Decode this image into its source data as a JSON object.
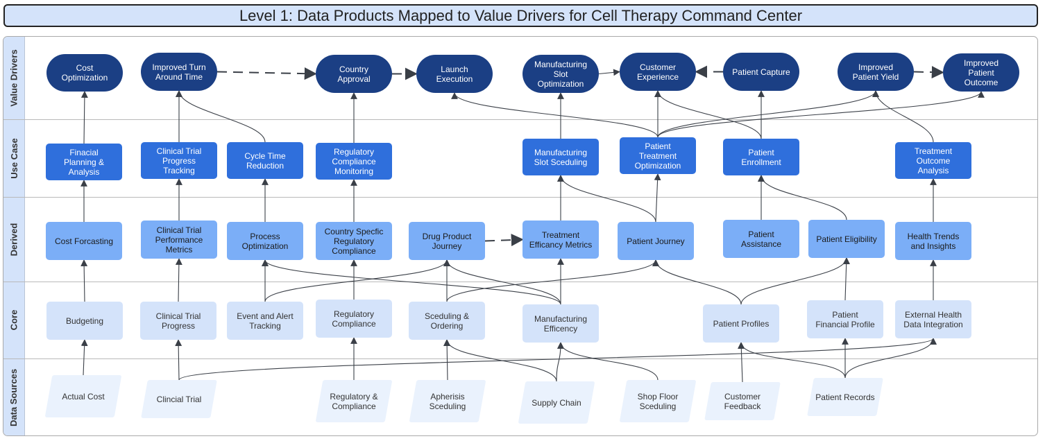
{
  "title": "Level 1: Data Products Mapped to Value Drivers for Cell Therapy Command Center",
  "colors": {
    "value_driver": "#1b3f84",
    "use_case": "#2f6fdc",
    "derived": "#7baef7",
    "core": "#d4e3fa",
    "data_source": "#eaf2fd",
    "lane_header": "#d4e3fa",
    "edge": "#3a3f47"
  },
  "lanes": [
    "Value Drivers",
    "Use Case",
    "Derived",
    "Core",
    "Data Sources"
  ],
  "nodes": {
    "vd_cost": "Cost\nOptimization",
    "vd_turn": "Improved Turn\nAround Time",
    "vd_country": "Country\nApproval",
    "vd_launch": "Launch\nExecution",
    "vd_mfgslot": "Manufacturing\nSlot\nOptimization",
    "vd_custexp": "Customer\nExperience",
    "vd_capture": "Patient Capture",
    "vd_yield": "Improved\nPatient Yield",
    "vd_outcome": "Improved\nPatient\nOutcome",
    "uc_fin": "Finacial\nPlanning &\nAnalysis",
    "uc_ctpt": "Clinical Trial\nProgress\nTracking",
    "uc_cycle": "Cycle Time\nReduction",
    "uc_regmon": "Regulatory\nCompliance\nMonitoring",
    "uc_mfgsched": "Manufacturing\nSlot Sceduling",
    "uc_pto": "Patient\nTreatment\nOptimization",
    "uc_enroll": "Patient\nEnrollment",
    "uc_toa": "Treatment\nOutcome\nAnalysis",
    "dv_costf": "Cost Forcasting",
    "dv_ctpm": "Clinical Trial\nPerformance\nMetrics",
    "dv_procopt": "Process\nOptimization",
    "dv_csrc": "Country Specfic\nRegulatory\nCompliance",
    "dv_dpj": "Drug Product\nJourney",
    "dv_tem": "Treatment\nEfficancy Metrics",
    "dv_pj": "Patient Journey",
    "dv_pa": "Patient\nAssistance",
    "dv_pe": "Patient Eligibility",
    "dv_hti": "Health Trends\nand Insights",
    "co_budget": "Budgeting",
    "co_ctp": "Clinical Trial\nProgress",
    "co_eat": "Event and Alert\nTracking",
    "co_reg": "Regulatory\nCompliance",
    "co_sched": "Sceduling &\nOrdering",
    "co_mfgeff": "Manufacturing\nEfficency",
    "co_pprof": "Patient Profiles",
    "co_pfin": "Patient\nFinancial Profile",
    "co_ehdi": "External Health\nData Integration",
    "ds_cost": "Actual Cost",
    "ds_ct": "Clincial Trial",
    "ds_reg": "Regulatory &\nCompliance",
    "ds_aph": "Apherisis\nSceduling",
    "ds_supply": "Supply Chain",
    "ds_shop": "Shop Floor\nSceduling",
    "ds_feedback": "Customer\nFeedback",
    "ds_records": "Patient Records"
  },
  "edges": [
    {
      "from": "ds_cost",
      "to": "co_budget"
    },
    {
      "from": "ds_ct",
      "to": "co_ctp"
    },
    {
      "from": "ds_ct",
      "to": "co_ehdi"
    },
    {
      "from": "ds_reg",
      "to": "co_reg"
    },
    {
      "from": "ds_aph",
      "to": "co_sched"
    },
    {
      "from": "ds_supply",
      "to": "co_sched"
    },
    {
      "from": "ds_supply",
      "to": "co_mfgeff"
    },
    {
      "from": "ds_shop",
      "to": "co_mfgeff"
    },
    {
      "from": "ds_feedback",
      "to": "co_pprof"
    },
    {
      "from": "ds_records",
      "to": "co_pprof"
    },
    {
      "from": "ds_records",
      "to": "co_pfin"
    },
    {
      "from": "ds_records",
      "to": "co_ehdi"
    },
    {
      "from": "co_budget",
      "to": "dv_costf"
    },
    {
      "from": "co_ctp",
      "to": "dv_ctpm"
    },
    {
      "from": "co_eat",
      "to": "dv_procopt"
    },
    {
      "from": "co_eat",
      "to": "dv_dpj"
    },
    {
      "from": "co_reg",
      "to": "dv_csrc"
    },
    {
      "from": "co_sched",
      "to": "dv_dpj"
    },
    {
      "from": "co_sched",
      "to": "dv_pj"
    },
    {
      "from": "co_mfgeff",
      "to": "dv_procopt"
    },
    {
      "from": "co_mfgeff",
      "to": "dv_dpj"
    },
    {
      "from": "co_mfgeff",
      "to": "dv_tem"
    },
    {
      "from": "co_pprof",
      "to": "dv_pj"
    },
    {
      "from": "co_pprof",
      "to": "dv_pe"
    },
    {
      "from": "co_pfin",
      "to": "dv_pe"
    },
    {
      "from": "co_ehdi",
      "to": "dv_hti"
    },
    {
      "from": "dv_costf",
      "to": "uc_fin"
    },
    {
      "from": "dv_ctpm",
      "to": "uc_ctpt"
    },
    {
      "from": "dv_procopt",
      "to": "uc_cycle"
    },
    {
      "from": "dv_csrc",
      "to": "uc_regmon"
    },
    {
      "from": "dv_dpj",
      "to": "dv_tem",
      "dashed": true
    },
    {
      "from": "dv_tem",
      "to": "uc_mfgsched"
    },
    {
      "from": "dv_pj",
      "to": "uc_mfgsched"
    },
    {
      "from": "dv_pj",
      "to": "uc_pto"
    },
    {
      "from": "dv_pa",
      "to": "uc_enroll"
    },
    {
      "from": "dv_pe",
      "to": "uc_enroll"
    },
    {
      "from": "dv_hti",
      "to": "uc_toa"
    },
    {
      "from": "uc_fin",
      "to": "vd_cost"
    },
    {
      "from": "uc_ctpt",
      "to": "vd_turn"
    },
    {
      "from": "uc_cycle",
      "to": "vd_turn"
    },
    {
      "from": "uc_regmon",
      "to": "vd_country"
    },
    {
      "from": "uc_mfgsched",
      "to": "vd_mfgslot"
    },
    {
      "from": "uc_pto",
      "to": "vd_launch"
    },
    {
      "from": "uc_pto",
      "to": "vd_custexp"
    },
    {
      "from": "uc_pto",
      "to": "vd_yield"
    },
    {
      "from": "uc_pto",
      "to": "vd_outcome"
    },
    {
      "from": "uc_enroll",
      "to": "vd_custexp"
    },
    {
      "from": "uc_enroll",
      "to": "vd_capture"
    },
    {
      "from": "uc_toa",
      "to": "vd_yield"
    },
    {
      "from": "vd_turn",
      "to": "vd_country",
      "dashed": true
    },
    {
      "from": "vd_country",
      "to": "vd_launch",
      "dashed": true
    },
    {
      "from": "vd_mfgslot",
      "to": "vd_custexp"
    },
    {
      "from": "vd_capture",
      "to": "vd_custexp",
      "dashed": true
    },
    {
      "from": "vd_yield",
      "to": "vd_outcome",
      "dashed": true
    }
  ]
}
